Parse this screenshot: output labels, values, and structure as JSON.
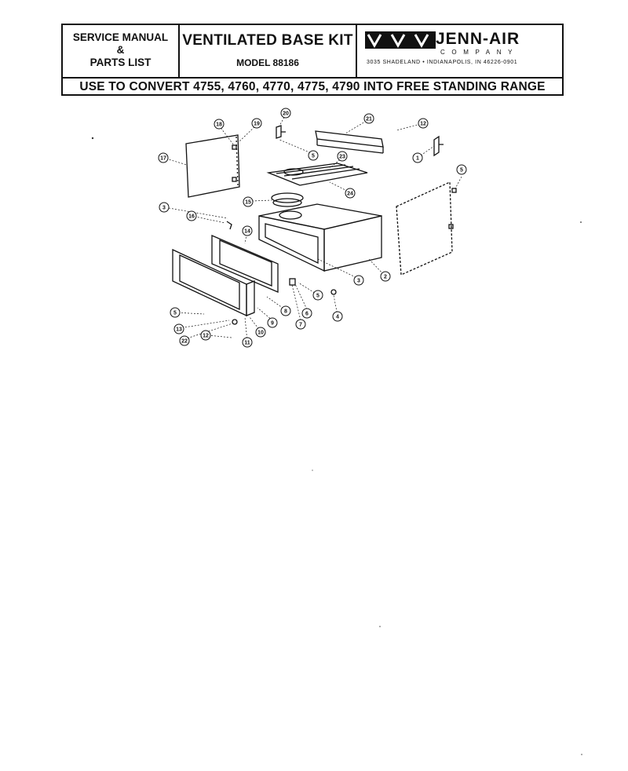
{
  "header": {
    "service_manual": "SERVICE MANUAL",
    "ampersand": "&",
    "parts_list": "PARTS LIST",
    "kit_title": "VENTILATED BASE KIT",
    "model": "MODEL 88186",
    "brand": "JENN-AIR",
    "company": "COMPANY",
    "address": "3035 SHADELAND  •  INDIANAPOLIS, IN  46226-0901",
    "convert_line": "USE TO CONVERT 4755, 4760, 4770, 4775, 4790 INTO FREE STANDING RANGE"
  },
  "callouts": [
    "1",
    "2",
    "3",
    "3",
    "4",
    "5",
    "5",
    "5",
    "5",
    "6",
    "7",
    "8",
    "9",
    "10",
    "11",
    "12",
    "12",
    "13",
    "14",
    "15",
    "16",
    "17",
    "18",
    "19",
    "20",
    "21",
    "22",
    "23",
    "24"
  ],
  "colors": {
    "ink": "#111111",
    "paper": "#ffffff"
  }
}
